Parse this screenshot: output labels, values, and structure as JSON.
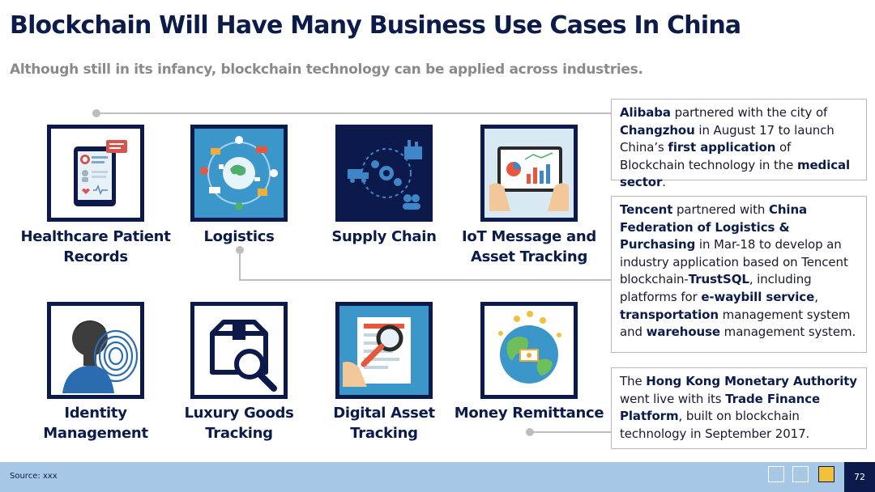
{
  "title": "Blockchain Will Have Many Business Use Cases In China",
  "subtitle": "Although still in its infancy, blockchain technology can be applied across industries.",
  "tiles": [
    {
      "icon": "medical-tablet-icon",
      "label_1": "Healthcare Patient",
      "label_2": "Records"
    },
    {
      "icon": "logistics-globe-icon",
      "label_1": "Logistics",
      "label_2": ""
    },
    {
      "icon": "supply-chain-icon",
      "label_1": "Supply Chain",
      "label_2": ""
    },
    {
      "icon": "iot-tablet-chart-icon",
      "label_1": "IoT Message and",
      "label_2": "Asset Tracking"
    },
    {
      "icon": "fingerprint-identity-icon",
      "label_1": "Identity",
      "label_2": "Management"
    },
    {
      "icon": "package-search-icon",
      "label_1": "Luxury Goods",
      "label_2": "Tracking"
    },
    {
      "icon": "document-magnifier-icon",
      "label_1": "Digital Asset",
      "label_2": "Tracking"
    },
    {
      "icon": "globe-money-icon",
      "label_1": "Money Remittance",
      "label_2": ""
    }
  ],
  "boxes": {
    "alibaba": {
      "t1": "Alibaba",
      "t2": " partnered with the city of ",
      "t3": "Changzhou",
      "t4": " in August 17 to launch China’s ",
      "t5": "first application",
      "t6": " of Blockchain technology in the ",
      "t7": "medical sector",
      "t8": "."
    },
    "tencent": {
      "t1": "Tencent",
      "t2": " partnered with ",
      "t3": "China Federation of Logistics & Purchasing",
      "t4": " in Mar-18 to develop an industry application based on Tencent blockchain-",
      "t5": "TrustSQL",
      "t6": ", including platforms for ",
      "t7": "e-waybill service",
      "t8": ", ",
      "t9": "transportation",
      "t10": " management system and ",
      "t11": "warehouse",
      "t12": " management system."
    },
    "hkma": {
      "t1": "The ",
      "t2": "Hong Kong Monetary Authority",
      "t3": " went live with its ",
      "t4": "Trade Finance Platform",
      "t5": ", built on blockchain technology in September 2017."
    }
  },
  "footer": {
    "source": "Source: xxx",
    "page": "72"
  },
  "colors": {
    "navy": "#0b1a4a",
    "footer": "#a6c8e6",
    "connector": "#bdbdbd",
    "subtitle": "#8a8a8a"
  }
}
